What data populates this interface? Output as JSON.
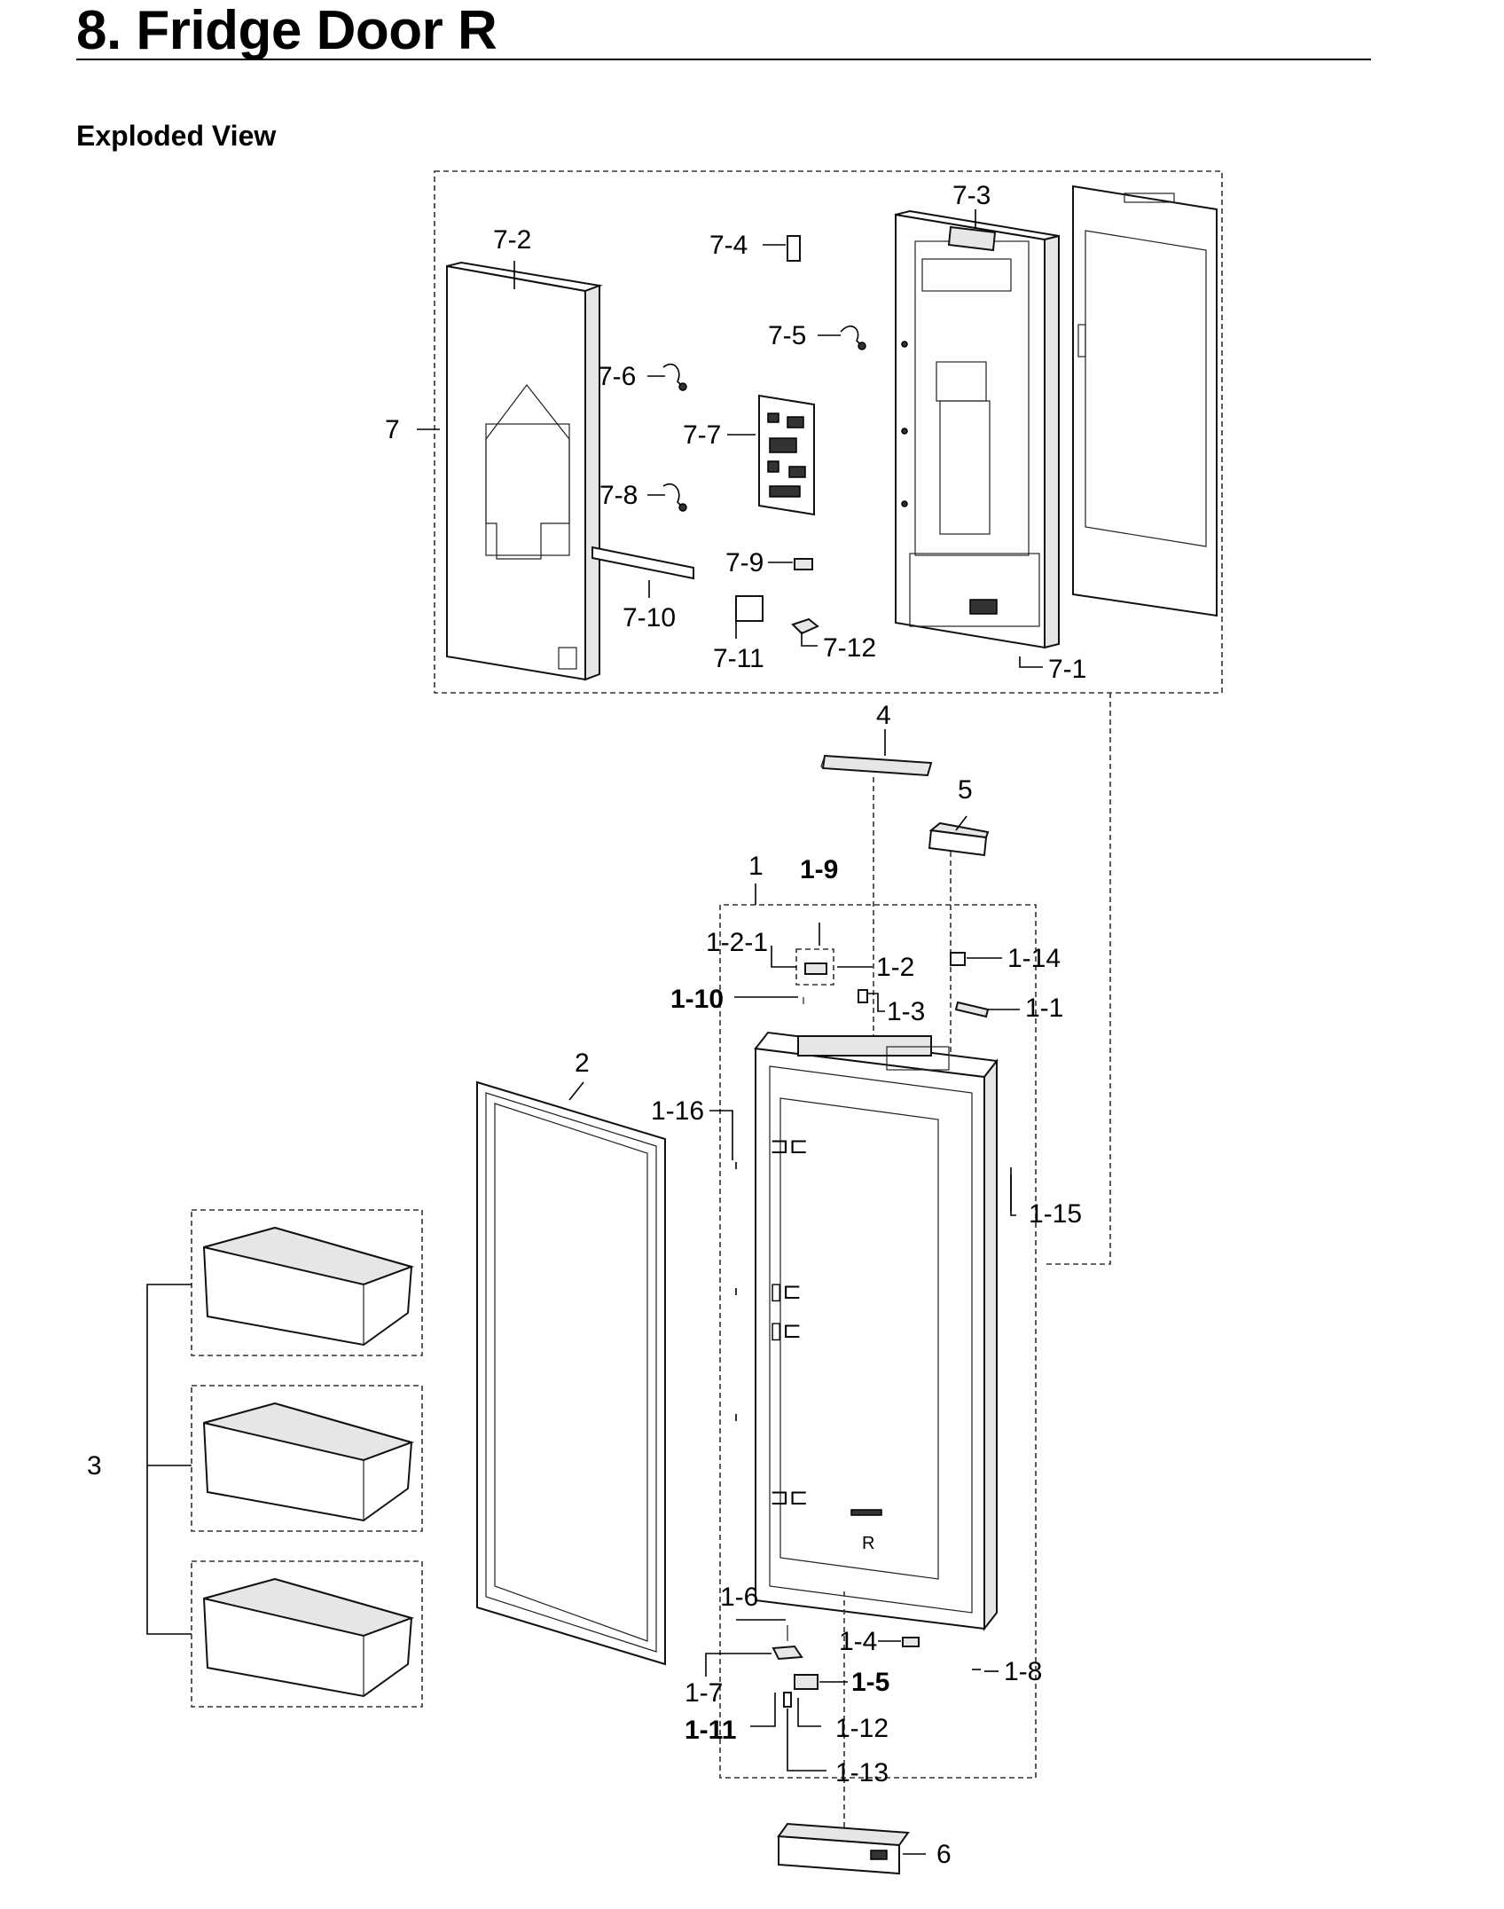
{
  "header": {
    "title": "8.  Fridge Door R",
    "subtitle": "Exploded View"
  },
  "diagram": {
    "door_marking": "R",
    "callouts": {
      "p7": "7",
      "p7_1": "7-1",
      "p7_2": "7-2",
      "p7_3": "7-3",
      "p7_4": "7-4",
      "p7_5": "7-5",
      "p7_6": "7-6",
      "p7_7": "7-7",
      "p7_8": "7-8",
      "p7_9": "7-9",
      "p7_10": "7-10",
      "p7_11": "7-11",
      "p7_12": "7-12",
      "p4": "4",
      "p5": "5",
      "p1": "1",
      "p1_9": "1-9",
      "p1_2_1": "1-2-1",
      "p1_2": "1-2",
      "p1_14": "1-14",
      "p1_10": "1-10",
      "p1_3": "1-3",
      "p1_1": "1-1",
      "p2": "2",
      "p1_16": "1-16",
      "p1_15": "1-15",
      "p3": "3",
      "p1_6": "1-6",
      "p1_4": "1-4",
      "p1_7": "1-7",
      "p1_5": "1-5",
      "p1_8": "1-8",
      "p1_12": "1-12",
      "p1_11": "1-11",
      "p1_13": "1-13",
      "p6": "6"
    }
  }
}
